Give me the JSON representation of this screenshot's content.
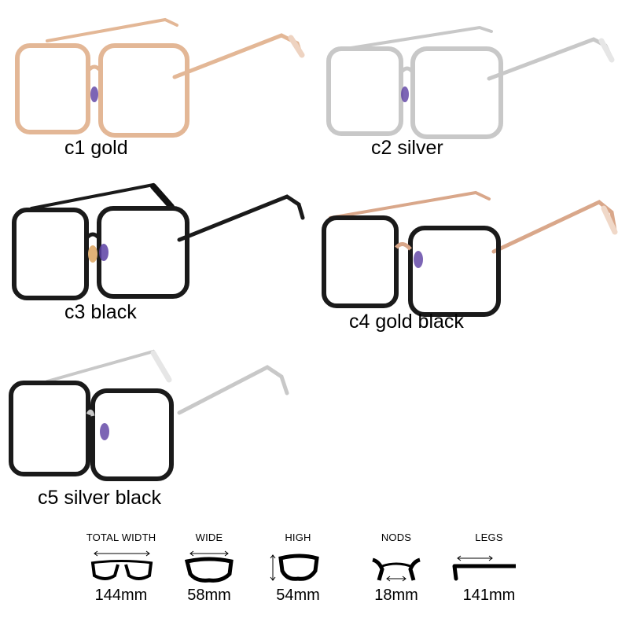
{
  "variants": [
    {
      "code_label": "c1 gold",
      "frame_color": "#e3b796",
      "rim_color": "#e3b796",
      "temple_color": "#e3b796",
      "tip_color": "#eed3c1"
    },
    {
      "code_label": "c2 silver",
      "frame_color": "#c8c8c8",
      "rim_color": "#c8c8c8",
      "temple_color": "#c8c8c8",
      "tip_color": "#e6e6e6"
    },
    {
      "code_label": "c3 black",
      "frame_color": "#1a1a1a",
      "rim_color": "#1a1a1a",
      "temple_color": "#1a1a1a",
      "tip_color": "#111111"
    },
    {
      "code_label": "c4 gold black",
      "frame_color": "#d9a78a",
      "rim_color": "#1a1a1a",
      "temple_color": "#d9a78a",
      "tip_color": "#f0d8c8"
    },
    {
      "code_label": "c5 silver black",
      "frame_color": "#c8c8c8",
      "rim_color": "#1a1a1a",
      "temple_color": "#c8c8c8",
      "tip_color": "#e6e6e6"
    }
  ],
  "specs": [
    {
      "name": "TOTAL WIDTH",
      "value": "144mm",
      "icon": "total-width-icon"
    },
    {
      "name": "WIDE",
      "value": "58mm",
      "icon": "lens-width-icon"
    },
    {
      "name": "HIGH",
      "value": "54mm",
      "icon": "lens-height-icon"
    },
    {
      "name": "NODS",
      "value": "18mm",
      "icon": "bridge-width-icon"
    },
    {
      "name": "LEGS",
      "value": "141mm",
      "icon": "temple-length-icon"
    }
  ]
}
